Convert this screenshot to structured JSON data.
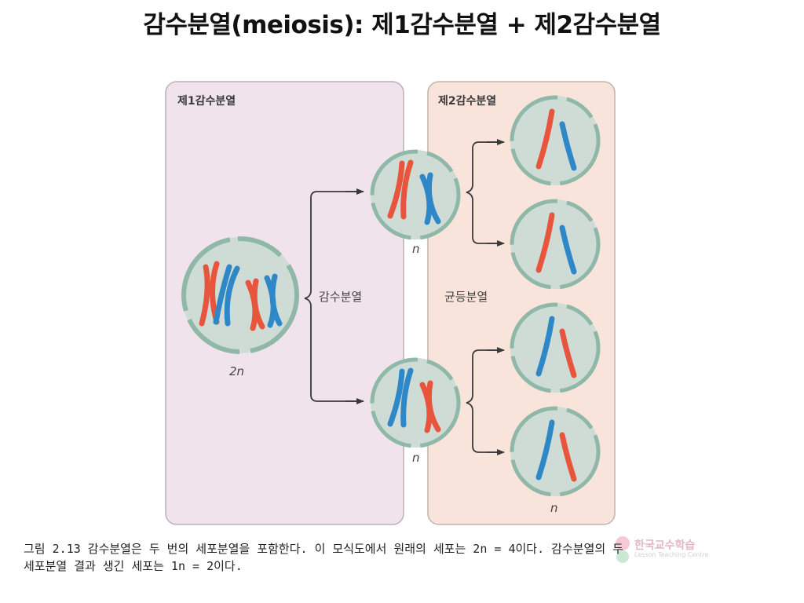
{
  "title": "감수분열(meiosis): 제1감수분열 + 제2감수분열",
  "diagram": {
    "panel1_label": "제1감수분열",
    "panel2_label": "제2감수분열",
    "process1_label": "감수분열",
    "process2_label": "균등분열",
    "ploidy_parent": "2n",
    "ploidy_daughter_top": "n",
    "ploidy_daughter_bottom": "n",
    "ploidy_gamete": "n"
  },
  "caption": {
    "line1": "그림 2.13 감수분열은 두 번의 세포분열을 포함한다. 이 모식도에서 원래의 세포는 2n = 4이다. 감수분열의 두",
    "line2": "세포분열 결과 생긴 세포는 1n = 2이다."
  },
  "watermark": {
    "text": "한국교수학습",
    "sub": "Lesson Teaching Centre"
  },
  "colors": {
    "paternal": "#e8553d",
    "maternal": "#2e88c8",
    "cell_fill": "#cfdcd6",
    "cell_membrane": "#8fb8a8",
    "panel1_bg": "#f1e3eb",
    "panel2_bg": "#f8e4da",
    "arrow": "#3a3a3a"
  },
  "icons": {
    "watermark_logo": "watermark-logo-icon"
  }
}
